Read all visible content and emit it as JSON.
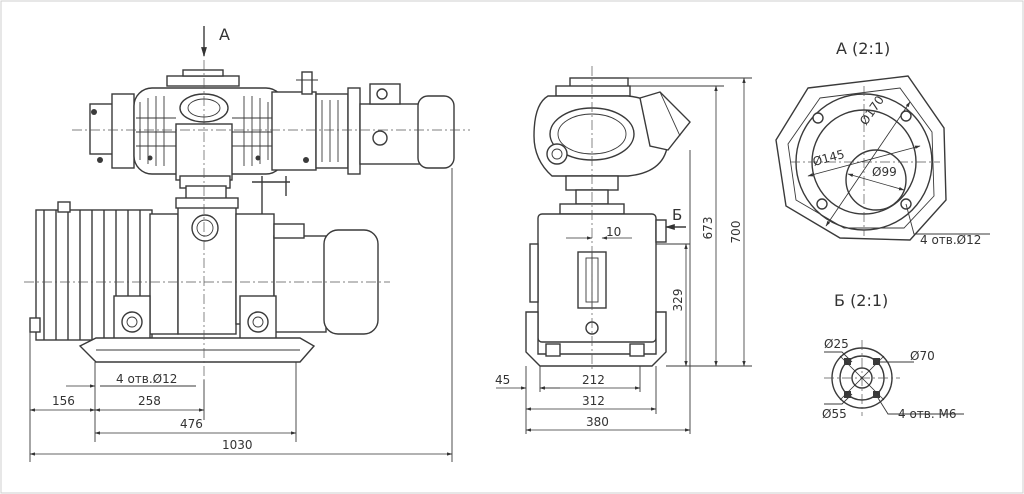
{
  "colors": {
    "line": "#3a3a3a",
    "background": "#ffffff"
  },
  "labels": {
    "arrow_a": "A",
    "arrow_b": "Б",
    "view_a_title": "A (2:1)",
    "view_b_title": "Б (2:1)"
  },
  "front_dims": {
    "holes": "4 отв.Ø12",
    "d156": "156",
    "d258": "258",
    "d476": "476",
    "d1030": "1030"
  },
  "side_dims": {
    "d10": "10",
    "d329": "329",
    "d673": "673",
    "d700": "700",
    "d45": "45",
    "d212": "212",
    "d312": "312",
    "d380": "380"
  },
  "view_a_dims": {
    "d170": "Ø170",
    "d145": "Ø145",
    "d99": "Ø99",
    "holes": "4 отв.Ø12"
  },
  "view_b_dims": {
    "d25": "Ø25",
    "d70": "Ø70",
    "d55": "Ø55",
    "holes": "4 отв. М6"
  }
}
